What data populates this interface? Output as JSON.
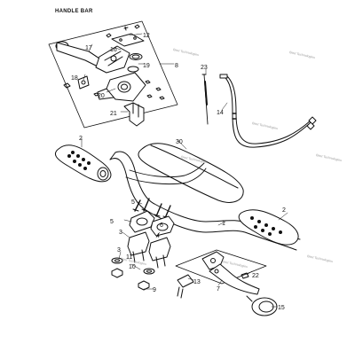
{
  "title": "HANDLE BAR",
  "callouts": [
    "1",
    "2",
    "2",
    "3",
    "3",
    "4",
    "5",
    "5",
    "6",
    "7",
    "8",
    "9",
    "10",
    "11",
    "12",
    "13",
    "14",
    "15",
    "16",
    "17",
    "18",
    "19",
    "20",
    "21",
    "22",
    "23",
    "30"
  ],
  "watermarks": [
    "Beet Technologies",
    "Beet Technologies",
    "Beet Technologies",
    "Beet Technologies",
    "Beet Technologies",
    "Beet Technologies",
    "Beet Technologies",
    "Beet Technologies"
  ],
  "colors": {
    "ink": "#111111",
    "watermark": "#9a9a9a",
    "paper": "#ffffff"
  }
}
